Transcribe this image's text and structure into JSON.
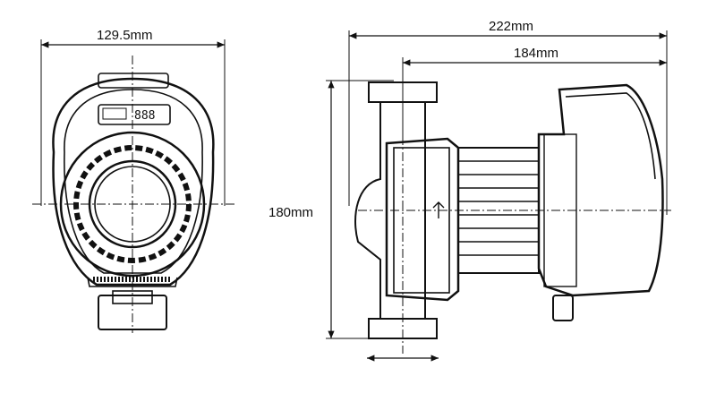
{
  "dimensions": {
    "front_width": "129.5mm",
    "side_total_length": "222mm",
    "side_motor_length": "184mm",
    "height": "180mm"
  },
  "colors": {
    "line": "#111111",
    "background": "#ffffff"
  }
}
